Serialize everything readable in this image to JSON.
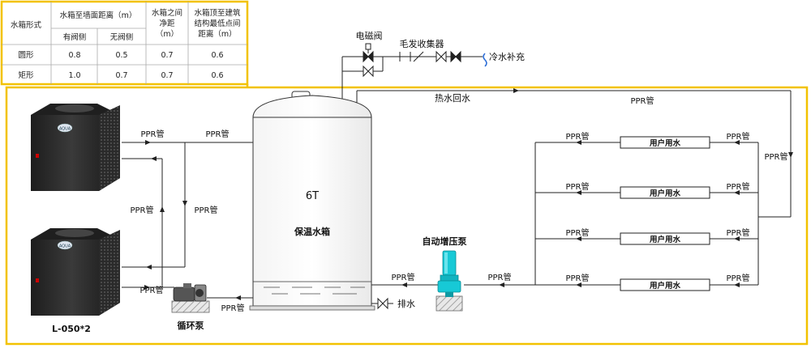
{
  "table": {
    "header": {
      "type": "水箱形式",
      "wall_distance": "水箱至墙面距离（m）",
      "between": [
        "水箱之间",
        "净距",
        "（m）"
      ],
      "top_distance": [
        "水箱顶至建筑",
        "结构最低点间",
        "距离（m）"
      ],
      "with_valve": "有阀侧",
      "without_valve": "无阀侧"
    },
    "rows": [
      {
        "type": "圆形",
        "with_valve": "0.8",
        "without_valve": "0.5",
        "between": "0.7",
        "top": "0.6"
      },
      {
        "type": "矩形",
        "with_valve": "1.0",
        "without_valve": "0.7",
        "between": "0.7",
        "top": "0.6"
      }
    ]
  },
  "labels": {
    "solenoid_valve": "电磁阀",
    "hair_collector": "毛发收集器",
    "cold_water": "冷水补充",
    "hot_water_return": "热水回水",
    "ppr": "PPR管",
    "tank_capacity": "6T",
    "tank_name": "保温水箱",
    "booster_pump": "自动增压泵",
    "drain": "排水",
    "circulation_pump": "循环泵",
    "heat_pump_model": "L-050*2",
    "user_water": "用户用水",
    "brand_badge": "AQUA"
  },
  "colors": {
    "border_yellow": "#f2c200",
    "line": "#222222",
    "pump_cyan": "#17c9d6",
    "unit_dark": "#2b2b2b"
  }
}
